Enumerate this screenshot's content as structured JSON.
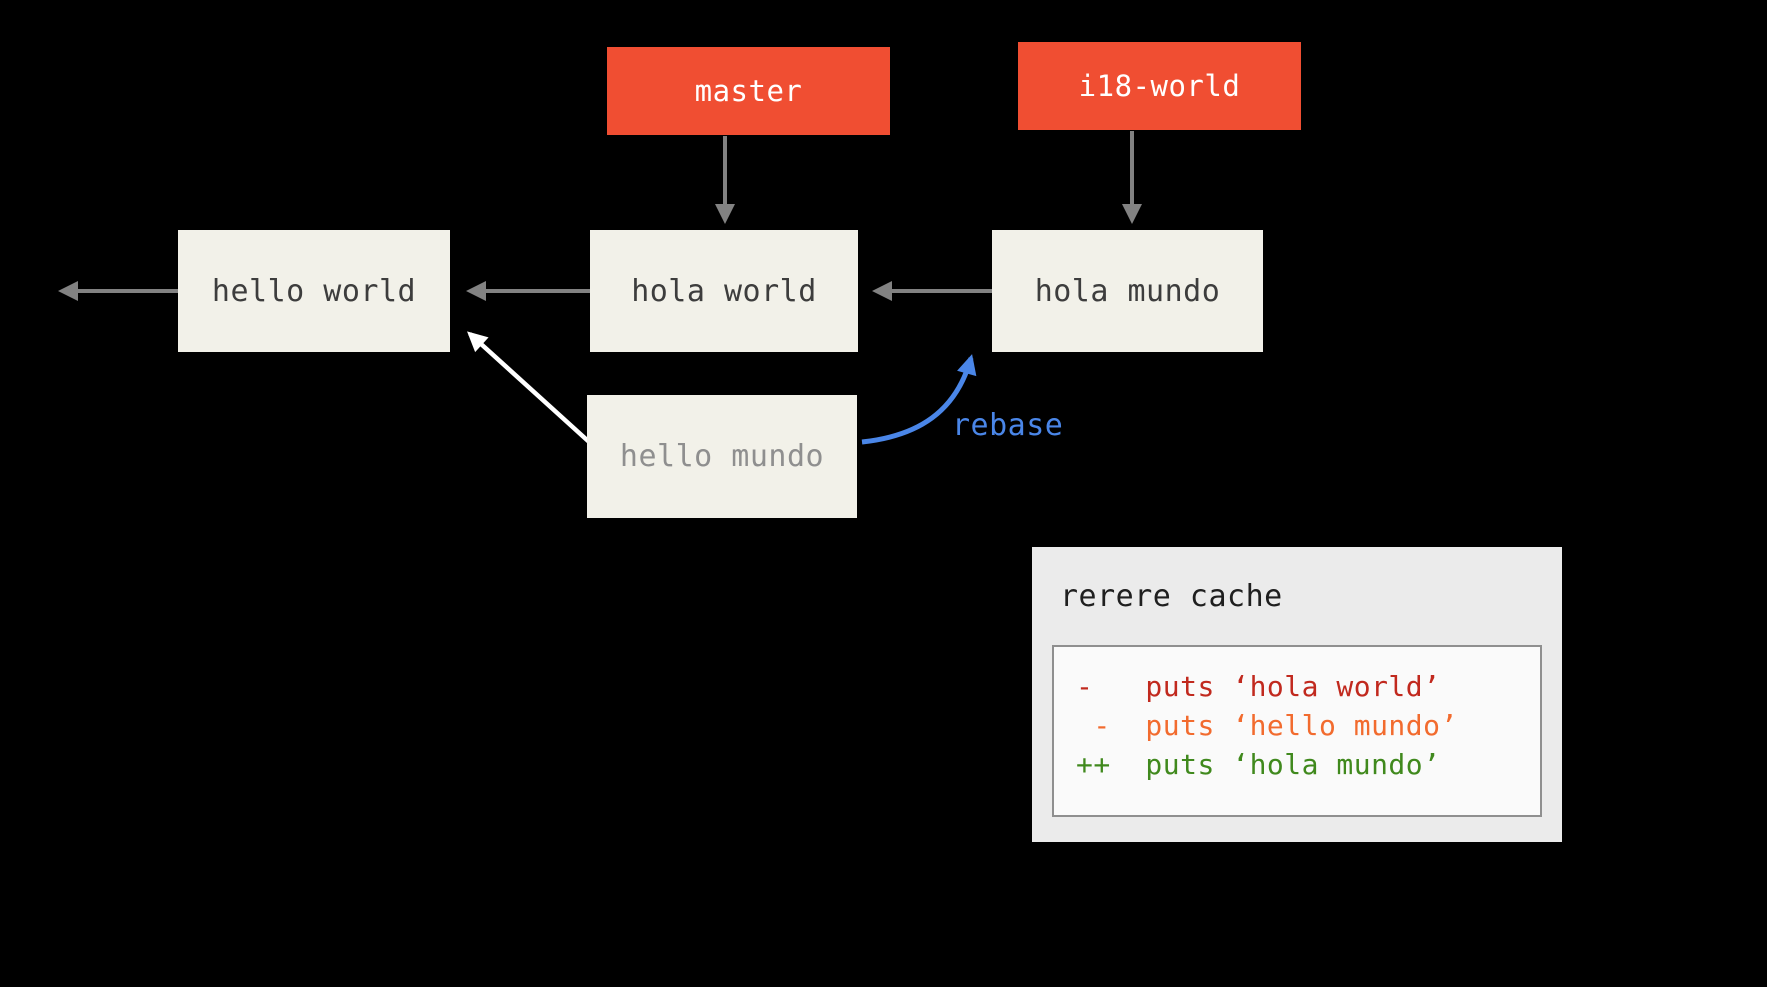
{
  "colors": {
    "background": "#000000",
    "branch_label_bg": "#f04e32",
    "branch_label_text": "#ffffff",
    "commit_box_bg": "#f2f1e9",
    "commit_text": "#3d3d3d",
    "commit_text_muted": "#8f8f8f",
    "arrow_gray": "#828282",
    "arrow_white": "#ffffff",
    "accent_blue": "#4a86e8",
    "diff_removed_red": "#c1291e",
    "diff_removed_orange": "#f26b2e",
    "diff_added_green": "#40891d"
  },
  "branches": {
    "master": {
      "label": "master"
    },
    "i18_world": {
      "label": "i18-world"
    }
  },
  "commits": {
    "hello_world": {
      "label": "hello world"
    },
    "hola_world": {
      "label": "hola world"
    },
    "hola_mundo": {
      "label": "hola mundo"
    },
    "hello_mundo": {
      "label": "hello mundo"
    }
  },
  "annotations": {
    "rebase_label": "rebase"
  },
  "rerere_panel": {
    "title": "rerere cache",
    "lines": [
      {
        "text": "-   puts ‘hola world’"
      },
      {
        "text": " -  puts ‘hello mundo’"
      },
      {
        "text": "++  puts ‘hola mundo’"
      }
    ]
  }
}
